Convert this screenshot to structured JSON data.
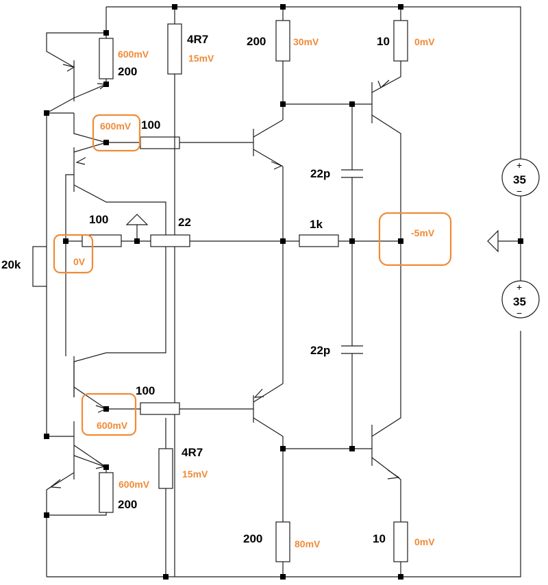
{
  "colors": {
    "wire": "#1a1a1a",
    "annotation": "#f08a36",
    "background": "#ffffff"
  },
  "resistors": {
    "r_mirror_top": "200",
    "r_sense_top": "4R7",
    "r_coll_top": "200",
    "r_emit_top": "10",
    "r_base_top": "100",
    "r_in_left": "100",
    "r_in_mid": "22",
    "r_bias_left": "20k",
    "r_out": "1k",
    "r_base_bottom": "100",
    "r_sense_bottom": "4R7",
    "r_mirror_bottom": "200",
    "r_coll_bottom": "200",
    "r_emit_bottom": "10"
  },
  "capacitors": {
    "c_top": "22p",
    "c_bottom": "22p"
  },
  "supplies": {
    "top": {
      "value": "35",
      "plus": "+",
      "minus": "−"
    },
    "bottom": {
      "value": "35",
      "plus": "+",
      "minus": "−"
    }
  },
  "annotations": {
    "v_mirror_top": "600mV",
    "v_sense_top": "15mV",
    "v_coll_top": "30mV",
    "v_emit_top": "0mV",
    "v_base_node_top": "600mV",
    "v_input": "0V",
    "v_output": "-5mV",
    "v_base_node_bottom": "600mV",
    "v_mirror_bottom": "600mV",
    "v_sense_bottom": "15mV",
    "v_coll_bottom": "80mV",
    "v_emit_bottom": "0mV"
  }
}
